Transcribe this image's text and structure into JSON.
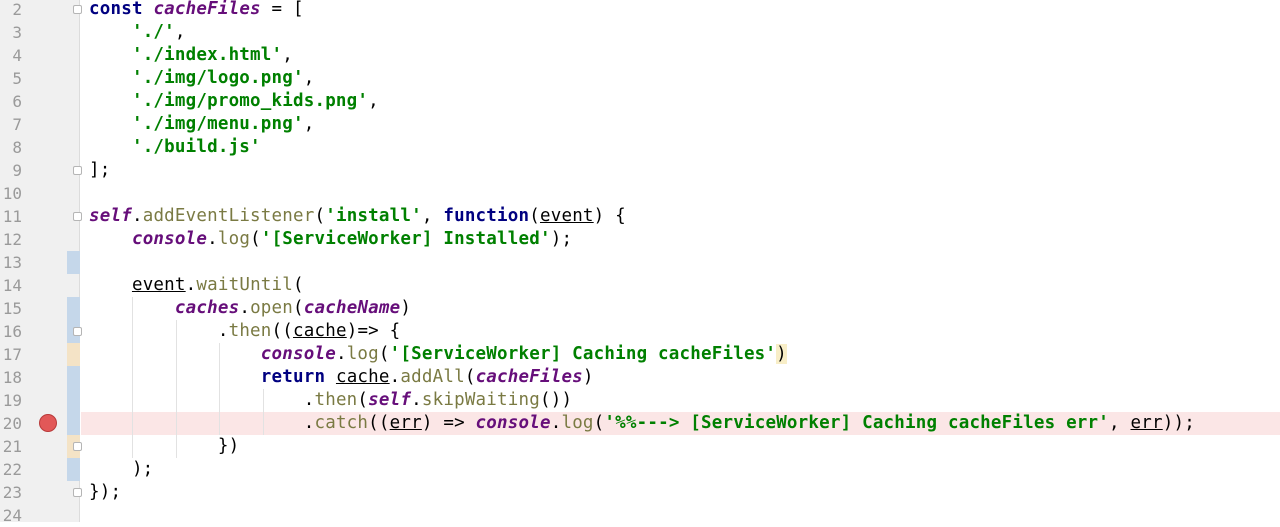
{
  "editor": {
    "language": "javascript",
    "breakpoint_line": 20,
    "lines": [
      {
        "number": "2",
        "text": "const cacheFiles = ["
      },
      {
        "number": "3",
        "text": "    './',"
      },
      {
        "number": "4",
        "text": "    './index.html',"
      },
      {
        "number": "5",
        "text": "    './img/logo.png',"
      },
      {
        "number": "6",
        "text": "    './img/promo_kids.png',"
      },
      {
        "number": "7",
        "text": "    './img/menu.png',"
      },
      {
        "number": "8",
        "text": "    './build.js'"
      },
      {
        "number": "9",
        "text": "];"
      },
      {
        "number": "10",
        "text": ""
      },
      {
        "number": "11",
        "text": "self.addEventListener('install', function(event) {"
      },
      {
        "number": "12",
        "text": "    console.log('[ServiceWorker] Installed');"
      },
      {
        "number": "13",
        "text": ""
      },
      {
        "number": "14",
        "text": "    event.waitUntil("
      },
      {
        "number": "15",
        "text": "        caches.open(cacheName)"
      },
      {
        "number": "16",
        "text": "            .then((cache)=> {"
      },
      {
        "number": "17",
        "text": "                console.log('[ServiceWorker] Caching cacheFiles')"
      },
      {
        "number": "18",
        "text": "                return cache.addAll(cacheFiles)"
      },
      {
        "number": "19",
        "text": "                    .then(self.skipWaiting())"
      },
      {
        "number": "20",
        "text": "                    .catch((err) => console.log('%%---> [ServiceWorker] Caching cacheFiles err', err));"
      },
      {
        "number": "21",
        "text": "            })"
      },
      {
        "number": "22",
        "text": "    );"
      },
      {
        "number": "23",
        "text": "});"
      },
      {
        "number": "24",
        "text": ""
      }
    ]
  },
  "colors": {
    "keyword": "#000080",
    "string": "#008000",
    "global": "#660e7a",
    "method": "#7a7a43",
    "breakpoint": "#e25858",
    "breakpoint_line_bg": "#fbe6e6",
    "gutter_bg": "#f0f0f0",
    "line_number": "#9a9a9a"
  }
}
